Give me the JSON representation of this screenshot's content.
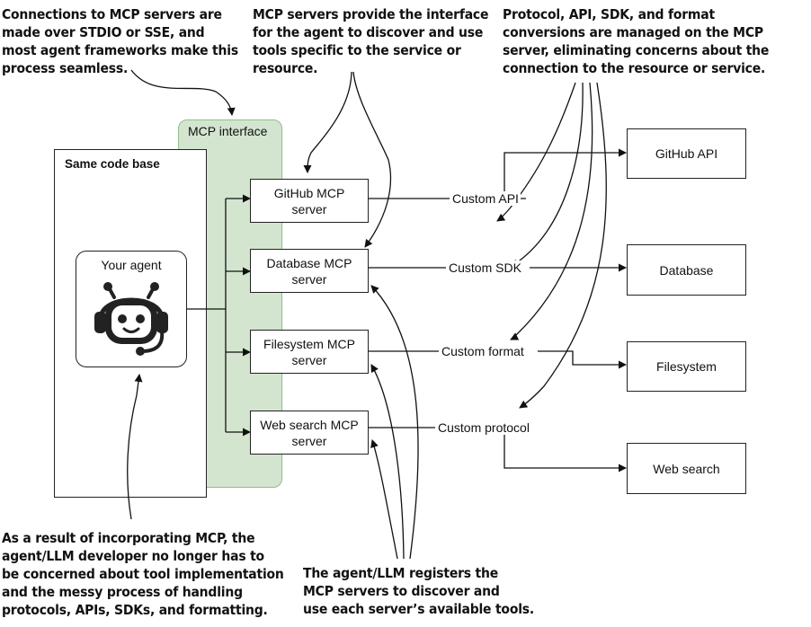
{
  "annotations": {
    "top_left": "Connections to MCP servers are\nmade over STDIO or SSE, and\nmost agent frameworks make this\nprocess seamless.",
    "top_middle": "MCP servers provide the interface\nfor the agent to discover and use\ntools specific to the service or\nresource.",
    "top_right": "Protocol, API, SDK, and format\nconversions are managed on the MCP\nserver, eliminating concerns about the\nconnection to the resource or service.",
    "bottom_left": "As a result of incorporating MCP, the\nagent/LLM developer no longer has to\nbe concerned about tool implementation\nand the messy process of handling\nprotocols, APIs, SDKs, and formatting.",
    "bottom_middle": "The agent/LLM registers the\nMCP servers to discover and\nuse each server’s available tools."
  },
  "mcp_interface_label": "MCP interface",
  "codebase_label": "Same code base",
  "agent": {
    "label": "Your agent",
    "icon": "robot-headset-icon"
  },
  "servers": [
    {
      "label": "GitHub MCP\nserver"
    },
    {
      "label": "Database MCP\nserver"
    },
    {
      "label": "Filesystem MCP\nserver"
    },
    {
      "label": "Web search MCP\nserver"
    }
  ],
  "connections": [
    "Custom API",
    "Custom SDK",
    "Custom format",
    "Custom protocol"
  ],
  "resources": [
    "GitHub API",
    "Database",
    "Filesystem",
    "Web search"
  ],
  "colors": {
    "mcp_zone_fill": "#d3e5cf",
    "mcp_zone_border": "#8fbf86",
    "line": "#111111"
  }
}
